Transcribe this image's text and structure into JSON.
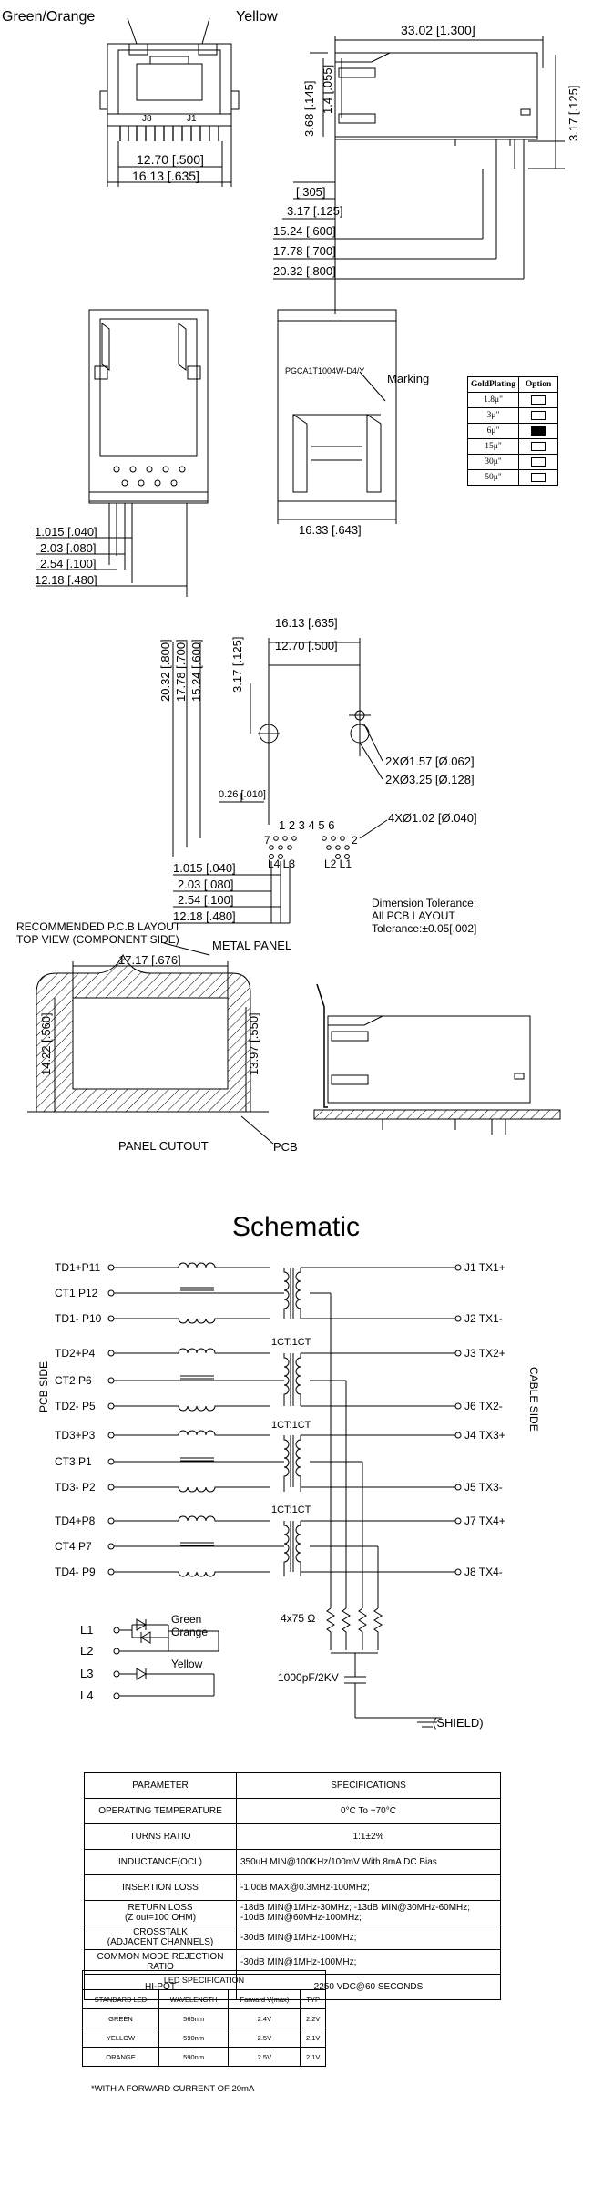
{
  "drawing1": {
    "led_left": "Green/Orange",
    "led_right": "Yellow",
    "j8": "J8",
    "j1": "J1",
    "dim_1270": "12.70 [.500]",
    "dim_1613": "16.13 [.635]",
    "dim_3302": "33.02 [1.300]",
    "dim_368": "3.68 [.145]",
    "dim_14": "1.4 [.055]",
    "dim_317r": "3.17 [.125]",
    "dim_305": "[.305]",
    "dim_317": "3.17 [.125]",
    "dim_1524": "15.24 [.600]",
    "dim_1778": "17.78 [.700]",
    "dim_2032": "20.32 [.800]"
  },
  "drawing2": {
    "dim_1015": "1.015 [.040]",
    "dim_203": "2.03 [.080]",
    "dim_254": "2.54 [.100]",
    "dim_1218": "12.18 [.480]",
    "part_label": "PGCA1T1004W-D4/Y",
    "marking": "Marking",
    "dim_1633": "16.33 [.643]"
  },
  "gold_plating": {
    "header": [
      "GoldPlating",
      "Option"
    ],
    "rows": [
      {
        "value": "1.8μ\"",
        "selected": false
      },
      {
        "value": "3μ\"",
        "selected": false
      },
      {
        "value": "6μ\"",
        "selected": true
      },
      {
        "value": "15μ\"",
        "selected": false
      },
      {
        "value": "30μ\"",
        "selected": false
      },
      {
        "value": "50μ\"",
        "selected": false
      }
    ]
  },
  "pcb_layout": {
    "dim_1613": "16.13 [.635]",
    "dim_1270": "12.70 [.500]",
    "dim_v2032": "20.32 [.800]",
    "dim_v1778": "17.78 [.700]",
    "dim_v1524": "15.24 [.600]",
    "dim_v317": "3.17 [.125]",
    "hole_157": "2XØ1.57 [Ø.062]",
    "hole_325": "2XØ3.25 [Ø.128]",
    "dim_026": "0.26 [.010]",
    "pins_top": "1 2 3  4 5 6",
    "pin_7": "7",
    "pin_2": "2",
    "hole_102": "4XØ1.02 [Ø.040]",
    "l4l3": "L4 L3",
    "l2l1": "L2 L1",
    "dim_1015": "1.015 [.040]",
    "dim_203": "2.03 [.080]",
    "dim_254": "2.54 [.100]",
    "dim_1218": "12.18 [.480]",
    "tol_1": "Dimension Tolerance:",
    "tol_2": "All PCB LAYOUT",
    "tol_3": "Tolerance:±0.05[.002]",
    "rec_1": "RECOMMENDED P.C.B LAYOUT",
    "rec_2": "TOP VIEW (COMPONENT SIDE)"
  },
  "panel": {
    "dim_1717": "17.17 [.676]",
    "dim_1422": "14.22 [.560]",
    "dim_1397": "13.97 [.550]",
    "metal_panel": "METAL PANEL",
    "panel_cutout": "PANEL CUTOUT",
    "pcb": "PCB"
  },
  "schematic": {
    "title": "Schematic",
    "left_pins": [
      "TD1+P11",
      "CT1  P12",
      "TD1- P10",
      "TD2+P4",
      "CT2  P6",
      "TD2- P5",
      "TD3+P3",
      "CT3  P1",
      "TD3- P2",
      "TD4+P8",
      "CT4  P7",
      "TD4- P9"
    ],
    "right_pins": [
      "J1 TX1+",
      "J2 TX1-",
      "J3 TX2+",
      "J6 TX2-",
      "J4 TX3+",
      "J5 TX3-",
      "J7 TX4+",
      "J8 TX4-"
    ],
    "ratio": "1CT:1CT",
    "pcb_side": "PCB SIDE",
    "cable_side": "CABLE SIDE",
    "resistors": "4x75 Ω",
    "cap": "1000pF/2KV",
    "shield": "(SHIELD)",
    "leds": [
      "L1",
      "L2",
      "L3",
      "L4"
    ],
    "green": "Green",
    "orange": "Orange",
    "yellow": "Yellow"
  },
  "spec_table": {
    "header": [
      "PARAMETER",
      "SPECIFICATIONS"
    ],
    "rows": [
      [
        "OPERATING TEMPERATURE",
        "0°C To +70°C"
      ],
      [
        "TURNS RATIO",
        "1:1±2%"
      ],
      [
        "INDUCTANCE(OCL)",
        "350uH MIN@100KHz/100mV With 8mA DC Bias"
      ],
      [
        "INSERTION LOSS",
        "-1.0dB MAX@0.3MHz-100MHz;"
      ],
      [
        "RETURN LOSS\n(Z out=100 OHM)",
        "-18dB MIN@1MHz-30MHz; -13dB MIN@30MHz-60MHz;\n-10dB MIN@60MHz-100MHz;"
      ],
      [
        "CROSSTALK\n(ADJACENT CHANNELS)",
        "-30dB MIN@1MHz-100MHz;"
      ],
      [
        "COMMON MODE REJECTION\nRATIO",
        "-30dB MIN@1MHz-100MHz;"
      ],
      [
        "HI-POT",
        "2250 VDC@60 SECONDS"
      ]
    ]
  },
  "led_table": {
    "title": "LED SPECIFICATION",
    "header": [
      "STANDARD LED",
      "WAVELENGTH",
      "Farward V(max)",
      "TYP"
    ],
    "rows": [
      [
        "GREEN",
        "565nm",
        "2.4V",
        "2.2V"
      ],
      [
        "YELLOW",
        "590nm",
        "2.5V",
        "2.1V"
      ],
      [
        "ORANGE",
        "590nm",
        "2.5V",
        "2.1V"
      ]
    ],
    "note": "*WITH A FORWARD CURRENT OF 20mA"
  }
}
